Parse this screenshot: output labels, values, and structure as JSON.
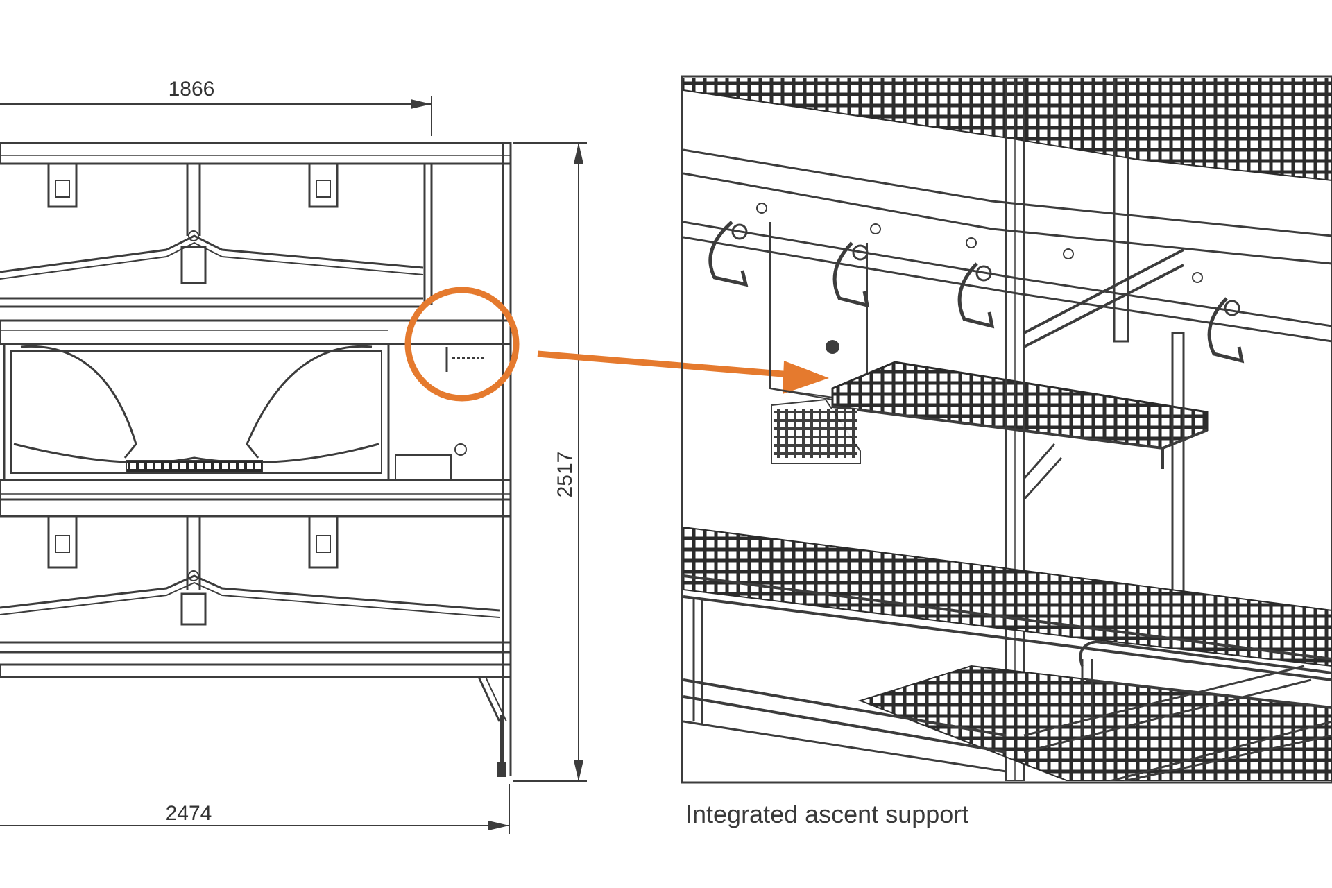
{
  "dimensions": {
    "top_width": "1866",
    "bottom_width": "2474",
    "height": "2517"
  },
  "caption": "Integrated ascent support",
  "colors": {
    "highlight": "#E57A2E",
    "line": "#3c3c3c",
    "background": "#ffffff"
  }
}
